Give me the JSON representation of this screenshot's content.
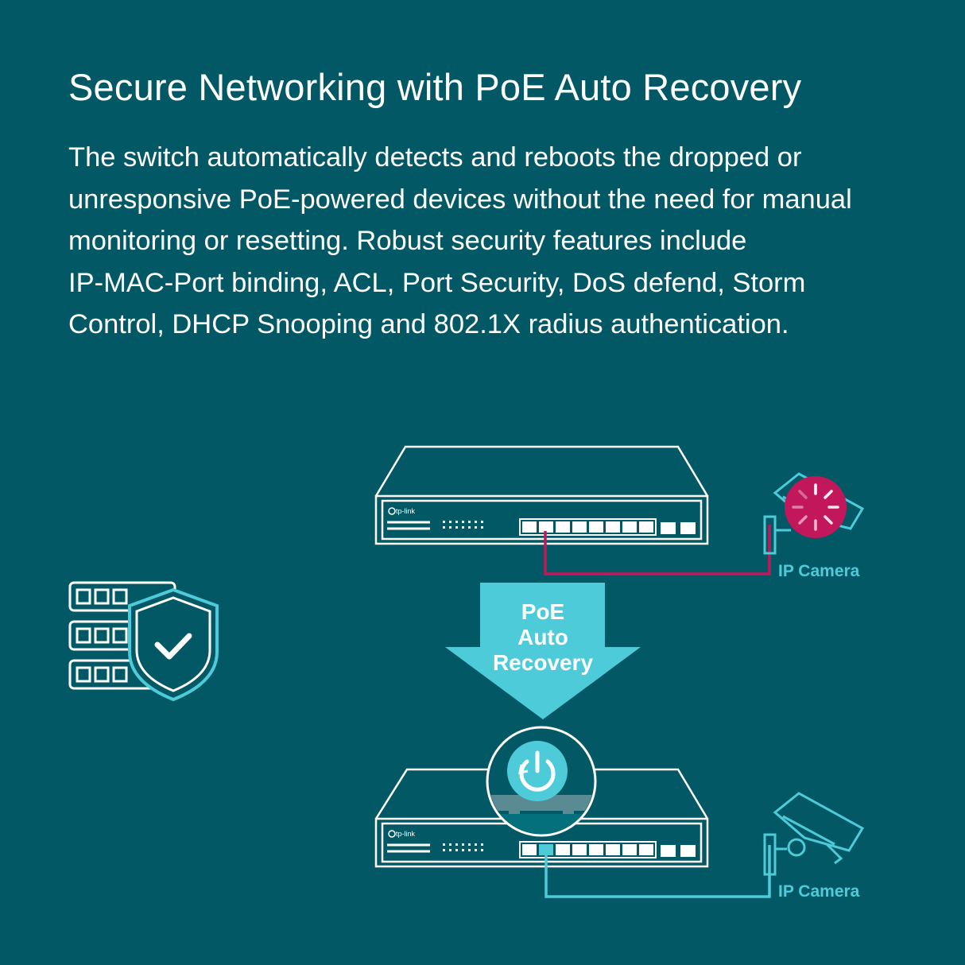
{
  "header": {
    "title": "Secure Networking with PoE Auto Recovery",
    "description_lines": [
      "The switch automatically detects and reboots the dropped or",
      "unresponsive PoE-powered devices without the need for manual",
      "monitoring or resetting. Robust security features include",
      "IP-MAC-Port binding, ACL, Port Security, DoS defend, Storm",
      "Control, DHCP Snooping and 802.1X radius authentication."
    ]
  },
  "diagram": {
    "top_switch": {
      "brand": "tp-link",
      "icon": "network-switch-icon"
    },
    "bottom_switch": {
      "brand": "tp-link",
      "icon": "network-switch-icon"
    },
    "top_camera_label": "IP Camera",
    "bottom_camera_label": "IP Camera",
    "arrow_label_lines": [
      "PoE",
      "Auto",
      "Recovery"
    ],
    "secure_server_icon": "server-shield-check-icon",
    "reboot_icon": "power-restart-icon",
    "loading_icon": "loading-spinner-icon"
  },
  "colors": {
    "background": "#025865",
    "accent": "#4ecbd9",
    "alert": "#c2185b",
    "white": "#ffffff"
  }
}
